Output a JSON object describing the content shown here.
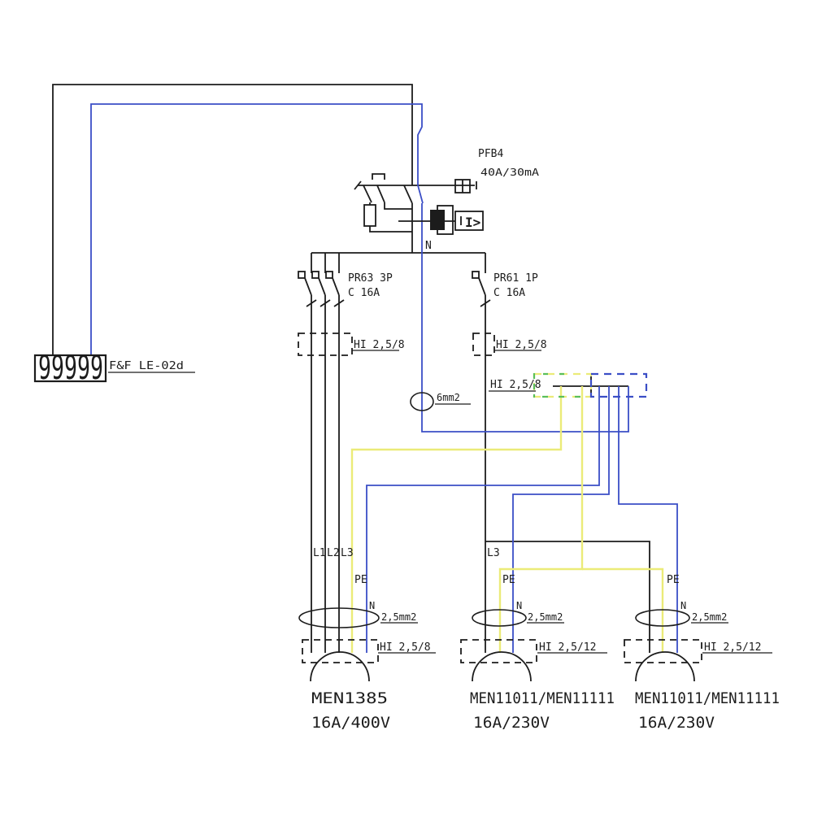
{
  "meter": {
    "display": "99999",
    "model": "F&F LE-02d"
  },
  "rcd": {
    "model": "PFB4",
    "rating": "40A/30mA",
    "neutral": "N",
    "trip": "I>"
  },
  "main_breaker": {
    "model": "PR63 3P",
    "rating": "C 16A",
    "harness": "HI 2,5/8"
  },
  "single_breaker": {
    "model": "PR61 1P",
    "rating": "C 16A",
    "harness": "HI 2,5/8"
  },
  "distribution_block": {
    "harness": "HI 2,5/8"
  },
  "neutral_cable": "6mm2",
  "phases": {
    "l1": "L1",
    "l2": "L2",
    "l3": "L3"
  },
  "branch_phase": "L3",
  "sockets": [
    {
      "model": "MEN1385",
      "rating": "16A/400V",
      "pe": "PE",
      "neutral": "N",
      "cable": "2,5mm2",
      "harness": "HI 2,5/8"
    },
    {
      "model": "MEN11011/MEN11111",
      "rating": "16A/230V",
      "pe": "PE",
      "neutral": "N",
      "cable": "2,5mm2",
      "harness": "HI 2,5/12"
    },
    {
      "model": "MEN11011/MEN11111",
      "rating": "16A/230V",
      "pe": "PE",
      "neutral": "N",
      "cable": "2,5mm2",
      "harness": "HI 2,5/12"
    }
  ],
  "colors": {
    "black": "#1c1c1c",
    "blue": "#3b4ec6",
    "yellow": "#ebeb78",
    "green": "#5abf5a"
  }
}
